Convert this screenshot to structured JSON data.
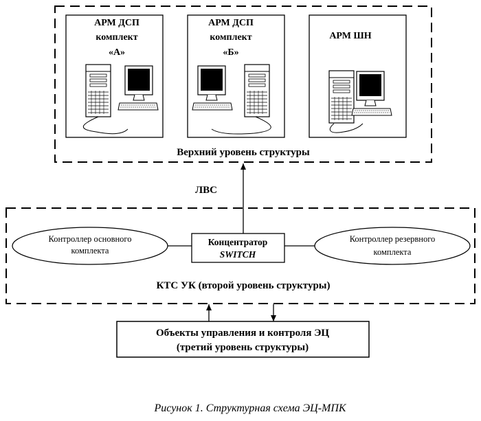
{
  "upper_level": {
    "label": "Верхний уровень структуры",
    "workstations": [
      {
        "lines": [
          "АРМ ДСП",
          "комплект",
          "«А»"
        ]
      },
      {
        "lines": [
          "АРМ ДСП",
          "комплект",
          "«Б»"
        ]
      },
      {
        "lines": [
          "АРМ ШН"
        ]
      }
    ]
  },
  "network": {
    "label": "ЛВС"
  },
  "second_level": {
    "label": "КТС УК (второй уровень структуры)",
    "controller_main": [
      "Контроллер основного",
      "комплекта"
    ],
    "hub": [
      "Концентратор",
      "SWITCH"
    ],
    "controller_reserve": [
      "Контроллер резервного",
      "комплекта"
    ]
  },
  "third_level": {
    "lines": [
      "Объекты управления и контроля ЭЦ",
      "(третий уровень структуры)"
    ]
  },
  "caption": "Рисунок 1. Структурная схема ЭЦ-МПК"
}
